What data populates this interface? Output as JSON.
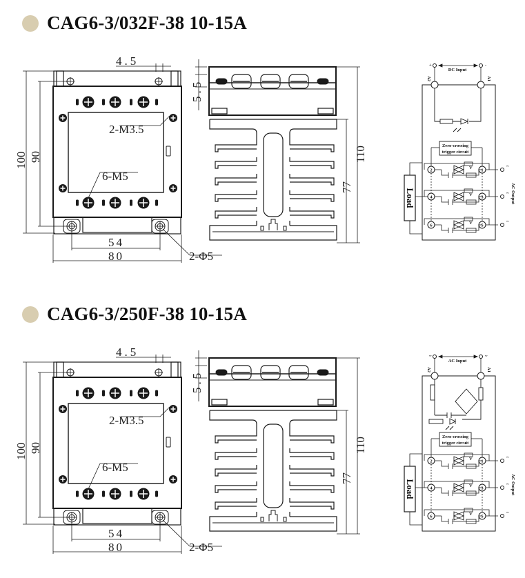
{
  "sections": [
    {
      "title": "CAG6-3/032F-38 10-15A",
      "dims": {
        "d4_5": "4.5",
        "d5_5": "5.5",
        "d100": "100",
        "d90": "90",
        "m35": "2-M3.5",
        "m5": "6-M5",
        "d54": "54",
        "d80": "80",
        "phi5": "2-Φ5",
        "d110": "110",
        "d77": "77"
      },
      "circuit": {
        "input_label": "DC Input",
        "a2": "A2",
        "a1": "A1",
        "plus": "+",
        "minus": "-",
        "zero_crossing_1": "Zero-crossing",
        "zero_crossing_2": "trigger circuit",
        "load": "Load",
        "output_label": "AC Output",
        "terminals": [
          "2",
          "1",
          "4",
          "3",
          "6",
          "5"
        ],
        "tilde": "~",
        "v": "V",
        "input_type": "dc"
      }
    },
    {
      "title": "CAG6-3/250F-38 10-15A",
      "dims": {
        "d4_5": "4.5",
        "d5_5": "5.5",
        "d100": "100",
        "d90": "90",
        "m35": "2-M3.5",
        "m5": "6-M5",
        "d54": "54",
        "d80": "80",
        "phi5": "2-Φ5",
        "d110": "110",
        "d77": "77"
      },
      "circuit": {
        "input_label": "AC Input",
        "a2": "A2",
        "a1": "A1",
        "plus": "~",
        "minus": "~",
        "zero_crossing_1": "Zero-crossing",
        "zero_crossing_2": "trigger circuit",
        "load": "Load",
        "output_label": "AC Output",
        "terminals": [
          "2",
          "1",
          "4",
          "3",
          "6",
          "5"
        ],
        "tilde": "~",
        "v": "V",
        "input_type": "ac"
      }
    }
  ],
  "colors": {
    "bullet": "#d8cdb0",
    "line": "#1a1a1a"
  }
}
